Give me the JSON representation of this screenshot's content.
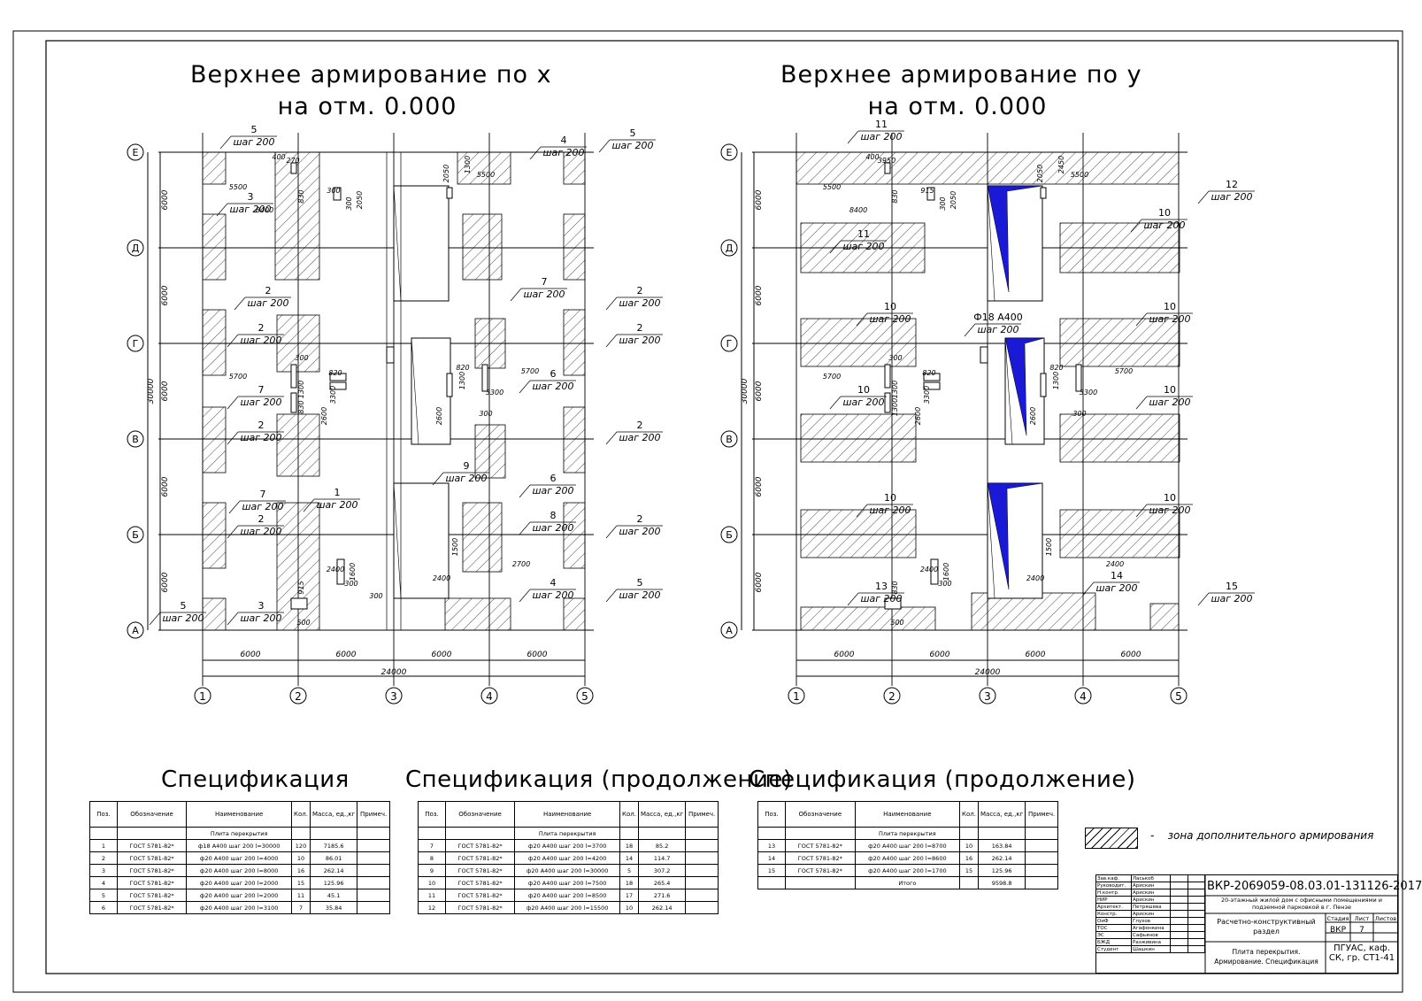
{
  "plans": [
    {
      "title_line1": "Верхнее армирование по x",
      "title_line2": "на отм. 0.000"
    },
    {
      "title_line1": "Верхнее армирование по y",
      "title_line2": "на отм. 0.000"
    }
  ],
  "axes": {
    "rows": [
      "Е",
      "Д",
      "Г",
      "В",
      "Б",
      "А"
    ],
    "cols": [
      "1",
      "2",
      "3",
      "4",
      "5"
    ],
    "span_labels": [
      "6000",
      "6000",
      "6000",
      "6000"
    ],
    "row_spans": [
      "6000",
      "6000",
      "6000",
      "6000",
      "6000"
    ],
    "total_h": "24000",
    "total_v": "30000"
  },
  "plan_x_dims": [
    "5500",
    "8400",
    "5500",
    "5700",
    "5700",
    "3300",
    "3300",
    "2600",
    "2600",
    "2050",
    "2050",
    "2400",
    "2400",
    "2700",
    "1300",
    "1300",
    "1300",
    "830",
    "830",
    "915",
    "300",
    "300",
    "300",
    "300",
    "300",
    "500",
    "1600",
    "1500",
    "820",
    "820",
    "400",
    "270",
    "300"
  ],
  "plan_y_dims": [
    "5500",
    "8400",
    "5500",
    "5700",
    "5700",
    "3300",
    "3300",
    "2600",
    "2600",
    "2050",
    "2050",
    "2400",
    "2400",
    "2400",
    "2450",
    "1300",
    "1300",
    "1300",
    "830",
    "830",
    "915",
    "300",
    "300",
    "300",
    "300",
    "500",
    "1600",
    "1500",
    "820",
    "820",
    "400",
    "3950"
  ],
  "plan_x_callouts": [
    {
      "pos": "5",
      "step": "шаг 200"
    },
    {
      "pos": "3",
      "step": "шаг 200"
    },
    {
      "pos": "2",
      "step": "шаг 200"
    },
    {
      "pos": "2",
      "step": "шаг 200"
    },
    {
      "pos": "7",
      "step": "шаг 200"
    },
    {
      "pos": "2",
      "step": "шаг 200"
    },
    {
      "pos": "7",
      "step": "шаг 200"
    },
    {
      "pos": "1",
      "step": "шаг 200"
    },
    {
      "pos": "2",
      "step": "шаг 200"
    },
    {
      "pos": "3",
      "step": "шаг 200"
    },
    {
      "pos": "5",
      "step": "шаг 200"
    },
    {
      "pos": "4",
      "step": "шаг 200"
    },
    {
      "pos": "5",
      "step": "шаг 200"
    },
    {
      "pos": "7",
      "step": "шаг 200"
    },
    {
      "pos": "2",
      "step": "шаг 200"
    },
    {
      "pos": "2",
      "step": "шаг 200"
    },
    {
      "pos": "6",
      "step": "шаг 200"
    },
    {
      "pos": "2",
      "step": "шаг 200"
    },
    {
      "pos": "6",
      "step": "шаг 200"
    },
    {
      "pos": "9",
      "step": "шаг 200"
    },
    {
      "pos": "8",
      "step": "шаг 200"
    },
    {
      "pos": "2",
      "step": "шаг 200"
    },
    {
      "pos": "4",
      "step": "шаг 200"
    },
    {
      "pos": "5",
      "step": "шаг 200"
    }
  ],
  "plan_y_callouts": [
    {
      "pos": "11",
      "step": "шаг 200"
    },
    {
      "pos": "12",
      "step": "шаг 200"
    },
    {
      "pos": "10",
      "step": "шаг 200"
    },
    {
      "pos": "11",
      "step": "шаг 200"
    },
    {
      "pos": "10",
      "step": "шаг 200"
    },
    {
      "pos": "Ф18 А400",
      "step": "шаг 200"
    },
    {
      "pos": "10",
      "step": "шаг 200"
    },
    {
      "pos": "10",
      "step": "шаг 200"
    },
    {
      "pos": "10",
      "step": "шаг 200"
    },
    {
      "pos": "10",
      "step": "шаг 200"
    },
    {
      "pos": "10",
      "step": "шаг 200"
    },
    {
      "pos": "13",
      "step": "шаг 200"
    },
    {
      "pos": "14",
      "step": "шаг 200"
    },
    {
      "pos": "15",
      "step": "шаг 200"
    }
  ],
  "spec_tables": [
    {
      "title": "Спецификация",
      "headers": [
        "Поз.",
        "Обозначение",
        "Наименование",
        "Кол.",
        "Масса, ед.,кг",
        "Примеч."
      ],
      "group": "Плита перекрытия",
      "rows": [
        [
          "1",
          "ГОСТ 5781-82*",
          "ф18 А400 шаг 200 l=30000",
          "120",
          "7185.6",
          ""
        ],
        [
          "2",
          "ГОСТ 5781-82*",
          "ф20 А400 шаг 200 l=4000",
          "10",
          "86.01",
          ""
        ],
        [
          "3",
          "ГОСТ 5781-82*",
          "ф20 А400 шаг 200 l=8000",
          "16",
          "262.14",
          ""
        ],
        [
          "4",
          "ГОСТ 5781-82*",
          "ф20 А400 шаг 200 l=2000",
          "15",
          "125.96",
          ""
        ],
        [
          "5",
          "ГОСТ 5781-82*",
          "ф20 А400 шаг 200 l=2000",
          "11",
          "45.1",
          ""
        ],
        [
          "6",
          "ГОСТ 5781-82*",
          "ф20 А400 шаг 200 l=3100",
          "7",
          "35.84",
          ""
        ]
      ]
    },
    {
      "title": "Спецификация (продолжение)",
      "headers": [
        "Поз.",
        "Обозначение",
        "Наименование",
        "Кол.",
        "Масса, ед.,кг",
        "Примеч."
      ],
      "group": "Плита перекрытия",
      "rows": [
        [
          "7",
          "ГОСТ 5781-82*",
          "ф20 А400 шаг 200 l=3700",
          "18",
          "85.2",
          ""
        ],
        [
          "8",
          "ГОСТ 5781-82*",
          "ф20 А400 шаг 200 l=4200",
          "14",
          "114.7",
          ""
        ],
        [
          "9",
          "ГОСТ 5781-82*",
          "ф20 А400 шаг 200 l=30000",
          "5",
          "307.2",
          ""
        ],
        [
          "10",
          "ГОСТ 5781-82*",
          "ф20 А400 шаг 200 l=7500",
          "18",
          "265.4",
          ""
        ],
        [
          "11",
          "ГОСТ 5781-82*",
          "ф20 А400 шаг 200 l=8500",
          "17",
          "271.6",
          ""
        ],
        [
          "12",
          "ГОСТ 5781-82*",
          "ф20 А400 шаг 200 l=15500",
          "10",
          "262.14",
          ""
        ]
      ]
    },
    {
      "title": "Спецификация (продолжение)",
      "headers": [
        "Поз.",
        "Обозначение",
        "Наименование",
        "Кол.",
        "Масса, ед.,кг",
        "Примеч."
      ],
      "group": "Плита перекрытия",
      "rows": [
        [
          "13",
          "ГОСТ 5781-82*",
          "ф20 А400 шаг 200 l=8700",
          "10",
          "163.84",
          ""
        ],
        [
          "14",
          "ГОСТ 5781-82*",
          "ф20 А400 шаг 200 l=8600",
          "16",
          "262.14",
          ""
        ],
        [
          "15",
          "ГОСТ 5781-82*",
          "ф20 А400 шаг 200 l=1700",
          "15",
          "125.96",
          ""
        ]
      ],
      "total_label": "Итого",
      "total_value": "9598.8"
    }
  ],
  "legend": {
    "dash": "-",
    "text": "зона дополнительного армирования"
  },
  "stamp": {
    "code": "ВКР-2069059-08.03.01-131126-2017",
    "project": "20-этажный жилой дом с офисными помещениями и подземной парковкой в г. Пензе",
    "section": "Расчетно-конструктивный раздел",
    "sheet_title": "Плита перекрытия. Армирование. Спецификация",
    "stage_label": "Стадия",
    "sheet_label": "Лист",
    "sheets_label": "Листов",
    "stage": "ВКР",
    "sheet": "7",
    "sheets": "",
    "org": "ПГУАС, каф. СК, гр. СТ1-41",
    "people": [
      [
        "Зав.каф.",
        "Ласькоб"
      ],
      [
        "Руководит.",
        "Арискин"
      ],
      [
        "Н.контр.",
        "Арискин"
      ],
      [
        "НИР",
        "Арискин"
      ],
      [
        "Архитект.",
        "Петряшева"
      ],
      [
        "Констр.",
        "Арискин"
      ],
      [
        "ОиФ",
        "Глухов"
      ],
      [
        "ТОС",
        "Агафонкина"
      ],
      [
        "ЭС",
        "Сафьянов"
      ],
      [
        "БЖД",
        "Разживина"
      ],
      [
        "Студент",
        "Шашкин"
      ]
    ]
  },
  "colors": {
    "ink": "#000000",
    "fill_blue": "#1a1ad6",
    "hatch": "#000000"
  }
}
